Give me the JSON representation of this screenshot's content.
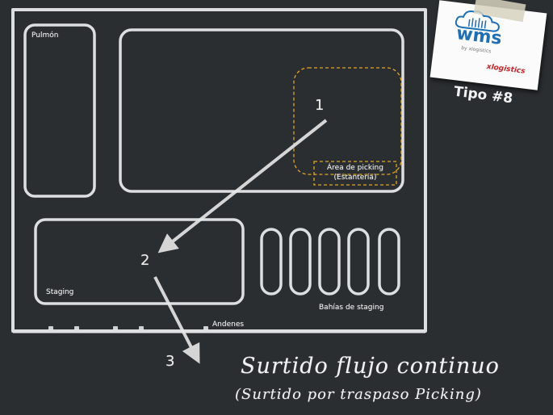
{
  "labels": {
    "pulmon": "Pulmón",
    "area_picking_line1": "Área de picking",
    "area_picking_line2": "(Estantería)",
    "staging": "Staging",
    "bahias": "Bahías de staging",
    "andenes": "Andenes",
    "step1": "1",
    "step2": "2",
    "step3": "3"
  },
  "title": "Surtido flujo continuo",
  "subtitle": "(Surtido por traspaso Picking)",
  "badge": {
    "logo_text": "wms",
    "logo_sub": "by xlogistics",
    "brand": "xlogistics",
    "tipo": "Tipo #8"
  },
  "colors": {
    "board": "#2b2e31",
    "chalk": "#eef0ee",
    "picking_outline": "#e0a526",
    "logo_blue": "#1f6fb2",
    "brand_red": "#c0262b"
  }
}
